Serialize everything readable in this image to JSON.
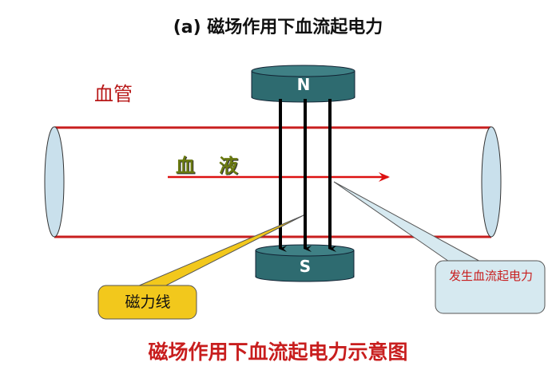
{
  "title": "(a)  磁场作用下血流起电力",
  "labels": {
    "vessel": "血管",
    "blood": "血液",
    "north_pole": "N",
    "south_pole": "S",
    "field_lines_callout": "磁力线",
    "emf_callout": "发生血流起电力"
  },
  "caption": "磁场作用下血流起电力示意图",
  "colors": {
    "vessel": "#c81e1e",
    "magnet": "#2e6b70",
    "yellow_callout": "#f2c81c",
    "blue_callout": "#d6e9f0"
  }
}
